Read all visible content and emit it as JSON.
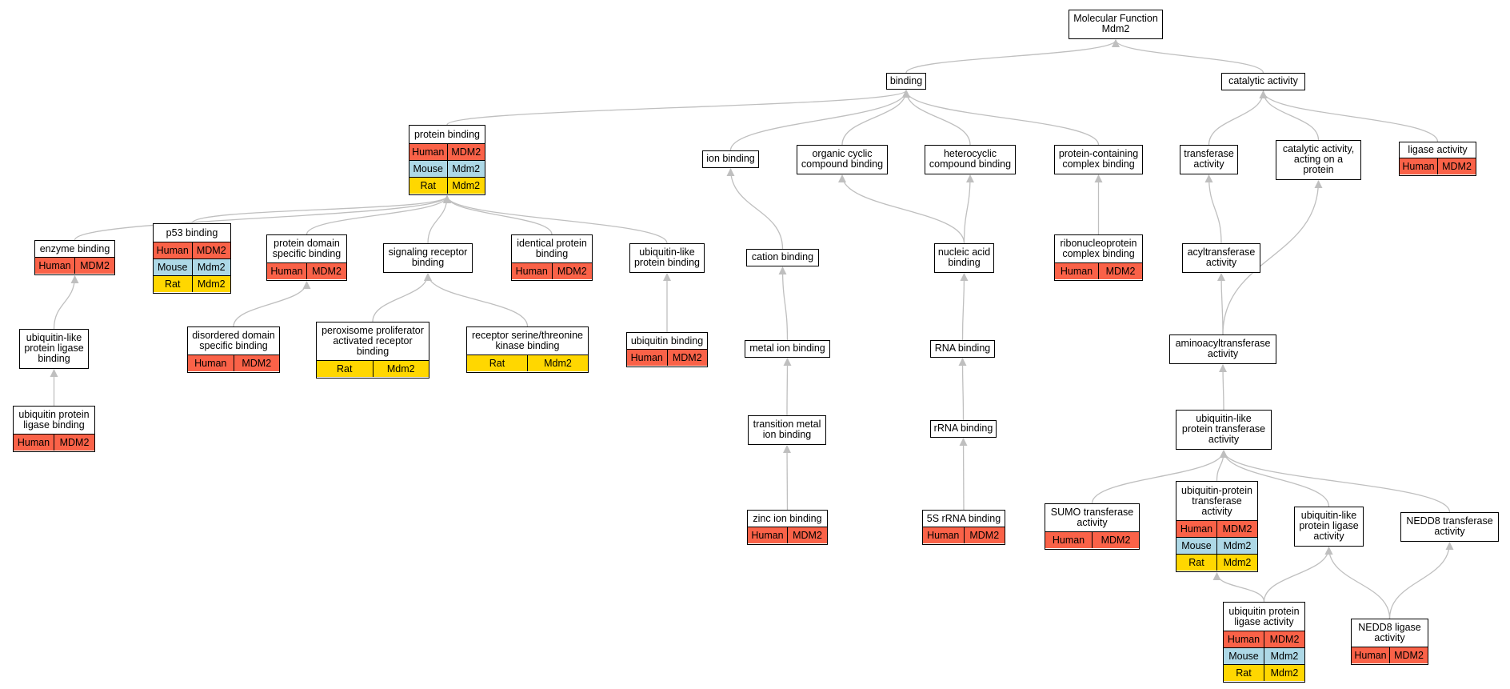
{
  "colors": {
    "Human": "#fa6248",
    "Mouse": "#add8e6",
    "Rat": "#ffd700",
    "edge": "#bfbfbf"
  },
  "nodes": [
    {
      "id": "molecular-function",
      "label": "Molecular Function\nMdm2",
      "rows": []
    },
    {
      "id": "binding",
      "label": "binding",
      "rows": []
    },
    {
      "id": "catalytic-activity",
      "label": "catalytic activity",
      "rows": []
    },
    {
      "id": "protein-binding",
      "label": "protein binding",
      "rows": [
        [
          "Human",
          "MDM2"
        ],
        [
          "Mouse",
          "Mdm2"
        ],
        [
          "Rat",
          "Mdm2"
        ]
      ]
    },
    {
      "id": "ion-binding",
      "label": "ion binding",
      "rows": []
    },
    {
      "id": "organic-cyclic-compound-binding",
      "label": "organic cyclic\ncompound binding",
      "rows": []
    },
    {
      "id": "heterocyclic-compound-binding",
      "label": "heterocyclic\ncompound binding",
      "rows": []
    },
    {
      "id": "protein-containing-complex-binding",
      "label": "protein-containing\ncomplex binding",
      "rows": []
    },
    {
      "id": "transferase-activity",
      "label": "transferase\nactivity",
      "rows": []
    },
    {
      "id": "catalytic-activity-on-protein",
      "label": "catalytic activity,\nacting on a\nprotein",
      "rows": []
    },
    {
      "id": "ligase-activity",
      "label": "ligase activity",
      "rows": [
        [
          "Human",
          "MDM2"
        ]
      ]
    },
    {
      "id": "enzyme-binding",
      "label": "enzyme binding",
      "rows": [
        [
          "Human",
          "MDM2"
        ]
      ]
    },
    {
      "id": "p53-binding",
      "label": "p53 binding",
      "rows": [
        [
          "Human",
          "MDM2"
        ],
        [
          "Mouse",
          "Mdm2"
        ],
        [
          "Rat",
          "Mdm2"
        ]
      ]
    },
    {
      "id": "protein-domain-specific-binding",
      "label": "protein domain\nspecific binding",
      "rows": [
        [
          "Human",
          "MDM2"
        ]
      ]
    },
    {
      "id": "signaling-receptor-binding",
      "label": "signaling receptor\nbinding",
      "rows": []
    },
    {
      "id": "identical-protein-binding",
      "label": "identical protein\nbinding",
      "rows": [
        [
          "Human",
          "MDM2"
        ]
      ]
    },
    {
      "id": "ubiquitin-like-protein-binding",
      "label": "ubiquitin-like\nprotein binding",
      "rows": []
    },
    {
      "id": "cation-binding",
      "label": "cation binding",
      "rows": []
    },
    {
      "id": "nucleic-acid-binding",
      "label": "nucleic acid\nbinding",
      "rows": []
    },
    {
      "id": "ribonucleoprotein-complex-binding",
      "label": "ribonucleoprotein\ncomplex binding",
      "rows": [
        [
          "Human",
          "MDM2"
        ]
      ]
    },
    {
      "id": "acyltransferase-activity",
      "label": "acyltransferase\nactivity",
      "rows": []
    },
    {
      "id": "ubiquitin-like-protein-ligase-binding",
      "label": "ubiquitin-like\nprotein ligase\nbinding",
      "rows": []
    },
    {
      "id": "disordered-domain-specific-binding",
      "label": "disordered domain\nspecific binding",
      "rows": [
        [
          "Human",
          "MDM2"
        ]
      ]
    },
    {
      "id": "ppar-binding",
      "label": "peroxisome proliferator\nactivated receptor\nbinding",
      "rows": [
        [
          "Rat",
          "Mdm2"
        ]
      ]
    },
    {
      "id": "receptor-ser-thr-kinase-binding",
      "label": "receptor serine/threonine\nkinase binding",
      "rows": [
        [
          "Rat",
          "Mdm2"
        ]
      ]
    },
    {
      "id": "ubiquitin-binding",
      "label": "ubiquitin binding",
      "rows": [
        [
          "Human",
          "MDM2"
        ]
      ]
    },
    {
      "id": "metal-ion-binding",
      "label": "metal ion binding",
      "rows": []
    },
    {
      "id": "rna-binding",
      "label": "RNA binding",
      "rows": []
    },
    {
      "id": "aminoacyltransferase-activity",
      "label": "aminoacyltransferase\nactivity",
      "rows": []
    },
    {
      "id": "ubiquitin-protein-ligase-binding",
      "label": "ubiquitin protein\nligase binding",
      "rows": [
        [
          "Human",
          "MDM2"
        ]
      ]
    },
    {
      "id": "transition-metal-ion-binding",
      "label": "transition metal\nion binding",
      "rows": []
    },
    {
      "id": "rrna-binding",
      "label": "rRNA binding",
      "rows": []
    },
    {
      "id": "ubiquitin-like-protein-transferase-activity",
      "label": "ubiquitin-like\nprotein transferase\nactivity",
      "rows": []
    },
    {
      "id": "ubiquitin-protein-transferase-activity",
      "label": "ubiquitin-protein\ntransferase\nactivity",
      "rows": [
        [
          "Human",
          "MDM2"
        ],
        [
          "Mouse",
          "Mdm2"
        ],
        [
          "Rat",
          "Mdm2"
        ]
      ]
    },
    {
      "id": "sumo-transferase-activity",
      "label": "SUMO transferase\nactivity",
      "rows": [
        [
          "Human",
          "MDM2"
        ]
      ]
    },
    {
      "id": "ubiquitin-like-protein-ligase-activity",
      "label": "ubiquitin-like\nprotein ligase\nactivity",
      "rows": []
    },
    {
      "id": "nedd8-transferase-activity",
      "label": "NEDD8 transferase\nactivity",
      "rows": []
    },
    {
      "id": "zinc-ion-binding",
      "label": "zinc ion binding",
      "rows": [
        [
          "Human",
          "MDM2"
        ]
      ]
    },
    {
      "id": "5s-rrna-binding",
      "label": "5S rRNA binding",
      "rows": [
        [
          "Human",
          "MDM2"
        ]
      ]
    },
    {
      "id": "ubiquitin-protein-ligase-activity",
      "label": "ubiquitin protein\nligase activity",
      "rows": [
        [
          "Human",
          "MDM2"
        ],
        [
          "Mouse",
          "Mdm2"
        ],
        [
          "Rat",
          "Mdm2"
        ]
      ]
    },
    {
      "id": "nedd8-ligase-activity",
      "label": "NEDD8 ligase\nactivity",
      "rows": [
        [
          "Human",
          "MDM2"
        ]
      ]
    }
  ],
  "edges": [
    [
      "binding",
      "molecular-function"
    ],
    [
      "catalytic-activity",
      "molecular-function"
    ],
    [
      "protein-binding",
      "binding"
    ],
    [
      "ion-binding",
      "binding"
    ],
    [
      "organic-cyclic-compound-binding",
      "binding"
    ],
    [
      "heterocyclic-compound-binding",
      "binding"
    ],
    [
      "protein-containing-complex-binding",
      "binding"
    ],
    [
      "transferase-activity",
      "catalytic-activity"
    ],
    [
      "catalytic-activity-on-protein",
      "catalytic-activity"
    ],
    [
      "ligase-activity",
      "catalytic-activity"
    ],
    [
      "enzyme-binding",
      "protein-binding"
    ],
    [
      "p53-binding",
      "protein-binding"
    ],
    [
      "protein-domain-specific-binding",
      "protein-binding"
    ],
    [
      "signaling-receptor-binding",
      "protein-binding"
    ],
    [
      "identical-protein-binding",
      "protein-binding"
    ],
    [
      "ubiquitin-like-protein-binding",
      "protein-binding"
    ],
    [
      "cation-binding",
      "ion-binding"
    ],
    [
      "nucleic-acid-binding",
      "organic-cyclic-compound-binding"
    ],
    [
      "nucleic-acid-binding",
      "heterocyclic-compound-binding"
    ],
    [
      "ribonucleoprotein-complex-binding",
      "protein-containing-complex-binding"
    ],
    [
      "acyltransferase-activity",
      "transferase-activity"
    ],
    [
      "ubiquitin-like-protein-ligase-binding",
      "enzyme-binding"
    ],
    [
      "disordered-domain-specific-binding",
      "protein-domain-specific-binding"
    ],
    [
      "ppar-binding",
      "signaling-receptor-binding"
    ],
    [
      "receptor-ser-thr-kinase-binding",
      "signaling-receptor-binding"
    ],
    [
      "ubiquitin-binding",
      "ubiquitin-like-protein-binding"
    ],
    [
      "metal-ion-binding",
      "cation-binding"
    ],
    [
      "rna-binding",
      "nucleic-acid-binding"
    ],
    [
      "aminoacyltransferase-activity",
      "acyltransferase-activity"
    ],
    [
      "aminoacyltransferase-activity",
      "catalytic-activity-on-protein"
    ],
    [
      "ubiquitin-protein-ligase-binding",
      "ubiquitin-like-protein-ligase-binding"
    ],
    [
      "transition-metal-ion-binding",
      "metal-ion-binding"
    ],
    [
      "rrna-binding",
      "rna-binding"
    ],
    [
      "ubiquitin-like-protein-transferase-activity",
      "aminoacyltransferase-activity"
    ],
    [
      "ubiquitin-protein-transferase-activity",
      "ubiquitin-like-protein-transferase-activity"
    ],
    [
      "sumo-transferase-activity",
      "ubiquitin-like-protein-transferase-activity"
    ],
    [
      "ubiquitin-like-protein-ligase-activity",
      "ubiquitin-like-protein-transferase-activity"
    ],
    [
      "nedd8-transferase-activity",
      "ubiquitin-like-protein-transferase-activity"
    ],
    [
      "zinc-ion-binding",
      "transition-metal-ion-binding"
    ],
    [
      "5s-rrna-binding",
      "rrna-binding"
    ],
    [
      "ubiquitin-protein-ligase-activity",
      "ubiquitin-protein-transferase-activity"
    ],
    [
      "ubiquitin-protein-ligase-activity",
      "ubiquitin-like-protein-ligase-activity"
    ],
    [
      "nedd8-ligase-activity",
      "ubiquitin-like-protein-ligase-activity"
    ],
    [
      "nedd8-ligase-activity",
      "nedd8-transferase-activity"
    ]
  ]
}
